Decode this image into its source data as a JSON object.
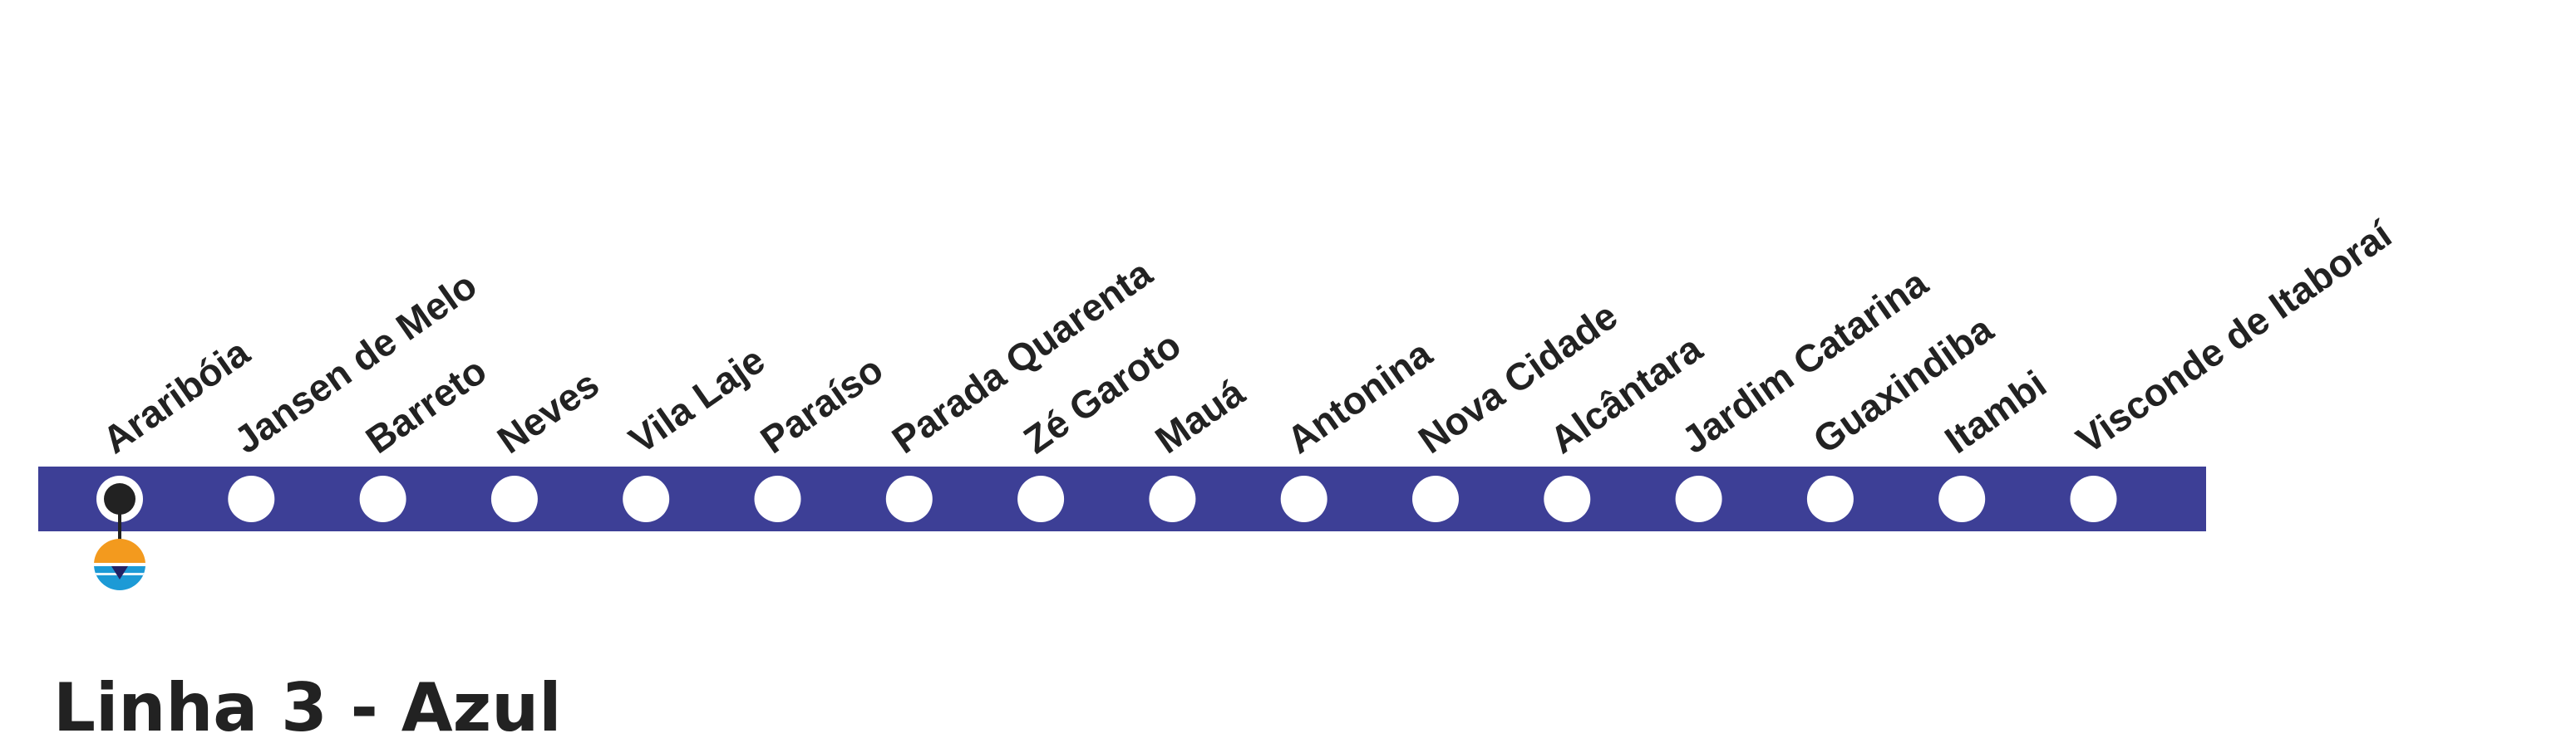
{
  "line": {
    "title": "Linha 3 - Azul",
    "color": "#3d3f96",
    "text_color": "#222222"
  },
  "stations": [
    {
      "name": "Araribóia",
      "interchange": true
    },
    {
      "name": "Jansen de Melo"
    },
    {
      "name": "Barreto"
    },
    {
      "name": "Neves"
    },
    {
      "name": "Vila Laje"
    },
    {
      "name": "Paraíso"
    },
    {
      "name": "Parada Quarenta"
    },
    {
      "name": "Zé Garoto"
    },
    {
      "name": "Mauá"
    },
    {
      "name": "Antonina"
    },
    {
      "name": "Nova Cidade"
    },
    {
      "name": "Alcântara"
    },
    {
      "name": "Jardim Catarina"
    },
    {
      "name": "Guaxindiba"
    },
    {
      "name": "Itambi"
    },
    {
      "name": "Visconde de Itaboraí"
    }
  ],
  "interchange": {
    "icon": "ferry-icon",
    "colors": [
      "#f39a1e",
      "#1c9ad6"
    ]
  }
}
